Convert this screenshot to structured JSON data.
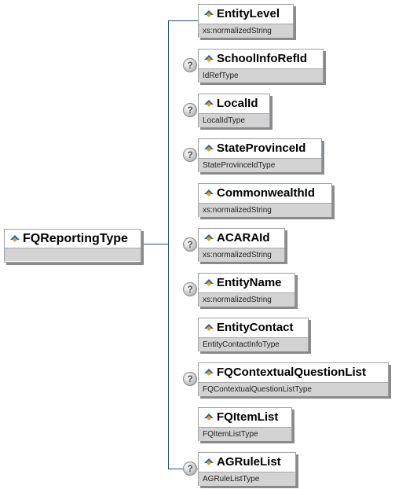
{
  "root": {
    "name": "FQReportingType"
  },
  "children": [
    {
      "name": "EntityLevel",
      "type": "xs:normalizedString",
      "optional": false
    },
    {
      "name": "SchoolInfoRefId",
      "type": "IdRefType",
      "optional": true
    },
    {
      "name": "LocalId",
      "type": "LocalIdType",
      "optional": true
    },
    {
      "name": "StateProvinceId",
      "type": "StateProvinceIdType",
      "optional": true
    },
    {
      "name": "CommonwealthId",
      "type": "xs:normalizedString",
      "optional": false
    },
    {
      "name": "ACARAId",
      "type": "xs:normalizedString",
      "optional": true
    },
    {
      "name": "EntityName",
      "type": "xs:normalizedString",
      "optional": true
    },
    {
      "name": "EntityContact",
      "type": "EntityContactInfoType",
      "optional": false
    },
    {
      "name": "FQContextualQuestionList",
      "type": "FQContextualQuestionListType",
      "optional": true
    },
    {
      "name": "FQItemList",
      "type": "FQItemListType",
      "optional": false
    },
    {
      "name": "AGRuleList",
      "type": "AGRuleListType",
      "optional": true
    }
  ],
  "optional_marker": "?",
  "colors": {
    "connector": "#1f4e79",
    "type_bar": "#d3d3d3",
    "icon_blue": "#2a5db0",
    "icon_gold": "#e0a020"
  }
}
